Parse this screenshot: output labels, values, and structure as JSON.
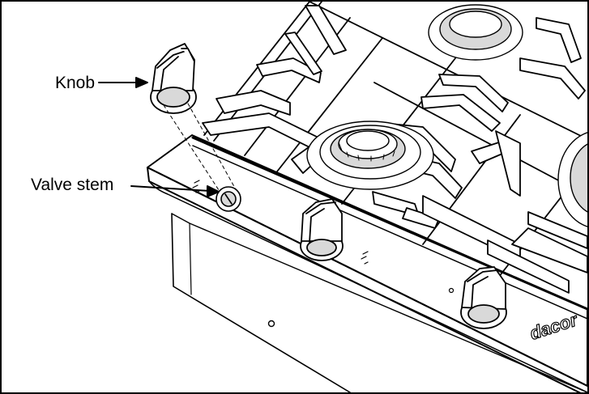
{
  "labels": {
    "knob": "Knob",
    "valve_stem": "Valve stem"
  },
  "brand_mark": "dacor",
  "colors": {
    "ink": "#000000",
    "paper": "#ffffff",
    "shade": "#d9d9d9"
  }
}
